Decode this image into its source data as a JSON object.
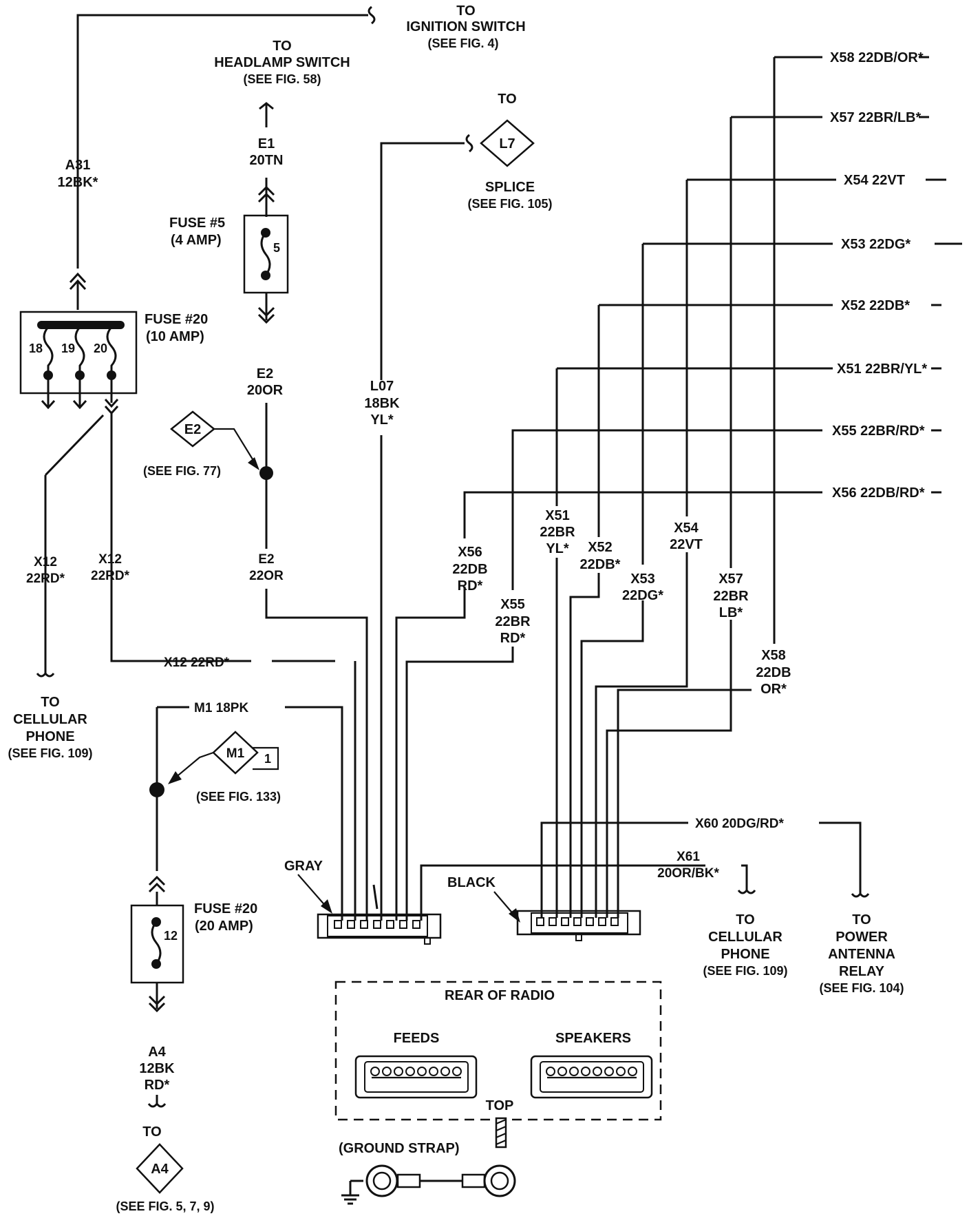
{
  "refs": {
    "ignition": [
      "TO",
      "IGNITION SWITCH",
      "(SEE FIG. 4)"
    ],
    "headlamp": [
      "TO",
      "HEADLAMP SWITCH",
      "(SEE FIG. 58)"
    ],
    "splice_to": "TO",
    "splice_id": "L7",
    "splice_label": [
      "SPLICE",
      "(SEE FIG. 105)"
    ],
    "cell_left": [
      "TO",
      "CELLULAR",
      "PHONE",
      "(SEE FIG. 109)"
    ],
    "cell_right": [
      "TO",
      "CELLULAR",
      "PHONE",
      "(SEE FIG. 109)"
    ],
    "antenna": [
      "TO",
      "POWER",
      "ANTENNA",
      "RELAY",
      "(SEE FIG. 104)"
    ],
    "e2_id": "E2",
    "e2_fig": "(SEE FIG. 77)",
    "m1_id": "M1",
    "m1_pin": "1",
    "m1_fig": "(SEE FIG. 133)",
    "a4_to": "TO",
    "a4_id": "A4",
    "a4_fig": "(SEE FIG. 5, 7, 9)"
  },
  "wires": {
    "a31": [
      "A31",
      "12BK*"
    ],
    "e1": [
      "E1",
      "20TN"
    ],
    "e2_upper": [
      "E2",
      "20OR"
    ],
    "e2_lower": [
      "E2",
      "22OR"
    ],
    "l07": [
      "L07",
      "18BK",
      "YL*"
    ],
    "x12_left": [
      "X12",
      "22RD*"
    ],
    "x12_right": [
      "X12",
      "22RD*"
    ],
    "x12_h": "X12 22RD*",
    "m1": "M1 18PK",
    "a4": [
      "A4",
      "12BK",
      "RD*"
    ],
    "x60": "X60 20DG/RD*",
    "x61": [
      "X61",
      "20OR/BK*"
    ],
    "right_labels": [
      "X58 22DB/OR*",
      "X57 22BR/LB*",
      "X54 22VT",
      "X53 22DG*",
      "X52 22DB*",
      "X51 22BR/YL*",
      "X55 22BR/RD*",
      "X56 22DB/RD*"
    ],
    "x56": [
      "X56",
      "22DB",
      "RD*"
    ],
    "x55": [
      "X55",
      "22BR",
      "RD*"
    ],
    "x51": [
      "X51",
      "22BR",
      "YL*"
    ],
    "x52": [
      "X52",
      "22DB*"
    ],
    "x53": [
      "X53",
      "22DG*"
    ],
    "x54": [
      "X54",
      "22VT"
    ],
    "x57": [
      "X57",
      "22BR",
      "LB*"
    ],
    "x58": [
      "X58",
      "22DB",
      "OR*"
    ]
  },
  "fuses": {
    "f5": [
      "FUSE #5",
      "(4 AMP)"
    ],
    "f5_num": "5",
    "f20a": [
      "FUSE #20",
      "(10 AMP)"
    ],
    "f20a_nums": [
      "18",
      "19",
      "20"
    ],
    "f20b": [
      "FUSE #20",
      "(20 AMP)"
    ],
    "f20b_num": "12"
  },
  "connectors": {
    "gray": "GRAY",
    "black": "BLACK"
  },
  "radio": {
    "title": "REAR OF RADIO",
    "feeds": "FEEDS",
    "speakers": "SPEAKERS",
    "top": "TOP",
    "ground": "(GROUND STRAP)"
  }
}
